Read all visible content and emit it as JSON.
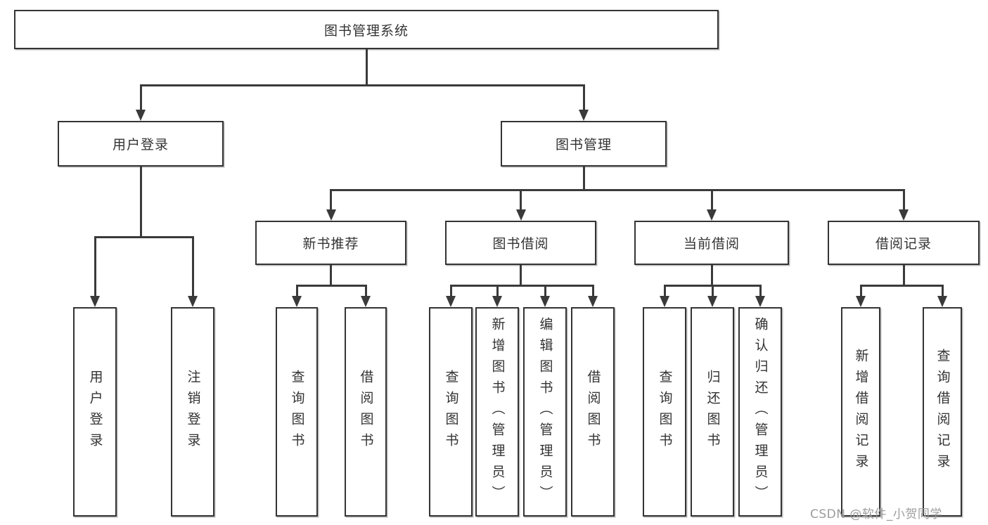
{
  "diagram": {
    "title": "图书管理系统",
    "nodes": {
      "root": {
        "label": "图书管理系统"
      },
      "user_login": {
        "label": "用户登录"
      },
      "book_mgmt": {
        "label": "图书管理"
      },
      "new_book_rec": {
        "label": "新书推荐"
      },
      "book_borrow": {
        "label": "图书借阅"
      },
      "current_borrow": {
        "label": "当前借阅"
      },
      "borrow_record": {
        "label": "借阅记录"
      },
      "ul_user_login": {
        "label": "用户登录"
      },
      "ul_logout": {
        "label": "注销登录"
      },
      "nb_query_book": {
        "label": "查询图书"
      },
      "nb_borrow_book": {
        "label": "借阅图书"
      },
      "bb_query_book": {
        "label": "查询图书"
      },
      "bb_add_book": {
        "label": "新增图书（管理员）"
      },
      "bb_edit_book": {
        "label": "编辑图书（管理员）"
      },
      "bb_borrow_book": {
        "label": "借阅图书"
      },
      "cb_query_book": {
        "label": "查询图书"
      },
      "cb_return_book": {
        "label": "归还图书"
      },
      "cb_confirm_return": {
        "label": "确认归还（管理员）"
      },
      "br_add_record": {
        "label": "新增借阅记录"
      },
      "br_query_record": {
        "label": "查询借阅记录"
      }
    },
    "edges": [
      {
        "from": "root",
        "to": "user_login"
      },
      {
        "from": "root",
        "to": "book_mgmt"
      },
      {
        "from": "user_login",
        "to": "ul_user_login"
      },
      {
        "from": "user_login",
        "to": "ul_logout"
      },
      {
        "from": "book_mgmt",
        "to": "new_book_rec"
      },
      {
        "from": "book_mgmt",
        "to": "book_borrow"
      },
      {
        "from": "book_mgmt",
        "to": "current_borrow"
      },
      {
        "from": "book_mgmt",
        "to": "borrow_record"
      },
      {
        "from": "new_book_rec",
        "to": "nb_query_book"
      },
      {
        "from": "new_book_rec",
        "to": "nb_borrow_book"
      },
      {
        "from": "book_borrow",
        "to": "bb_query_book"
      },
      {
        "from": "book_borrow",
        "to": "bb_add_book"
      },
      {
        "from": "book_borrow",
        "to": "bb_edit_book"
      },
      {
        "from": "book_borrow",
        "to": "bb_borrow_book"
      },
      {
        "from": "current_borrow",
        "to": "cb_query_book"
      },
      {
        "from": "current_borrow",
        "to": "cb_return_book"
      },
      {
        "from": "current_borrow",
        "to": "cb_confirm_return"
      },
      {
        "from": "borrow_record",
        "to": "br_add_record"
      },
      {
        "from": "borrow_record",
        "to": "br_query_record"
      }
    ]
  },
  "watermark": {
    "text": "CSDN @软件_小贺同学"
  },
  "colors": {
    "line": "#3a3a3a",
    "box_border": "#343434",
    "text": "#333333",
    "watermark": "#9c9c9c",
    "background": "#ffffff"
  }
}
